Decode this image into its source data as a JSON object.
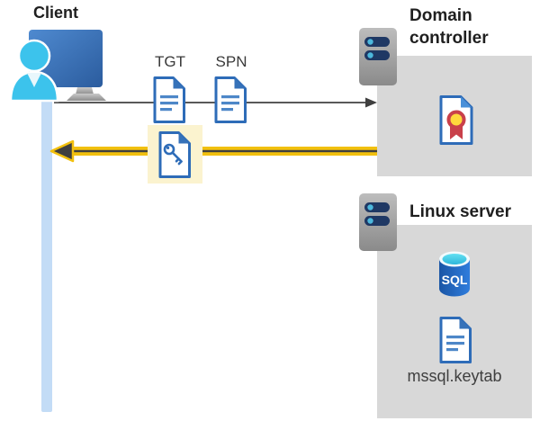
{
  "client": {
    "label": "Client"
  },
  "flow": {
    "tgt_label": "TGT",
    "spn_label": "SPN",
    "request_arrow": "client-to-domain-controller",
    "response_arrow": "domain-controller-to-client"
  },
  "domain_controller": {
    "label": "Domain controller"
  },
  "linux_server": {
    "label": "Linux server",
    "sql_badge": "SQL",
    "keytab_label": "mssql.keytab"
  },
  "icons": {
    "client": "workstation-user-icon",
    "tgt": "document-icon",
    "spn": "document-icon",
    "response": "key-document-icon",
    "domain_controller": "server-icon",
    "domain_controller_content": "certificate-icon",
    "linux_server": "server-icon",
    "linux_server_content": [
      "sql-database-icon",
      "keytab-document-icon"
    ]
  },
  "colors": {
    "box_gray": "#d8d8d8",
    "client_bar_blue": "#c3dcf6",
    "highlight_yellow": "#fbf3cf",
    "arrow_yellow": "#f2c00e",
    "request_arrow_gray": "#595959",
    "arrowhead_dark": "#3f3f3f",
    "document_blue": "#2e6cb8",
    "document_line_blue": "#4d87c8",
    "monitor_blue_dark": "#2b5c9e",
    "monitor_blue_light": "#4f8ad0",
    "person_cyan": "#3cc3ec",
    "server_bar_navy": "#1f3864",
    "server_dot_cyan": "#4cb8dd",
    "sql_body_blue": "#1a55a5",
    "sql_top_cyan": "#2fb7da",
    "certificate_red": "#c9404a",
    "certificate_yellow": "#ffd83c"
  }
}
